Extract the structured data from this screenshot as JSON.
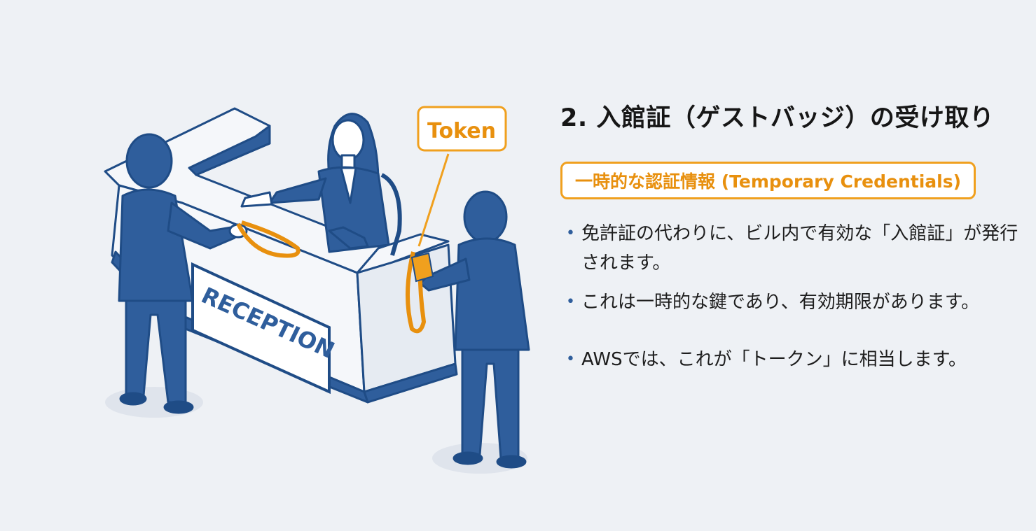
{
  "illustration": {
    "desk_sign": "RECEPTION",
    "callout_label": "Token"
  },
  "panel": {
    "title": "2. 入館証（ゲストバッジ）の受け取り",
    "subtitle": "一時的な認証情報 (Temporary Credentials)",
    "bullets": [
      "免許証の代わりに、ビル内で有効な「入館証」が発行されます。",
      "これは一時的な鍵であり、有効期限があります。",
      "AWSでは、これが「トークン」に相当します。"
    ]
  },
  "colors": {
    "background": "#eef1f5",
    "suit_blue": "#2f5e9c",
    "accent_orange": "#f0a01e",
    "desk_white": "#f5f7fa"
  }
}
